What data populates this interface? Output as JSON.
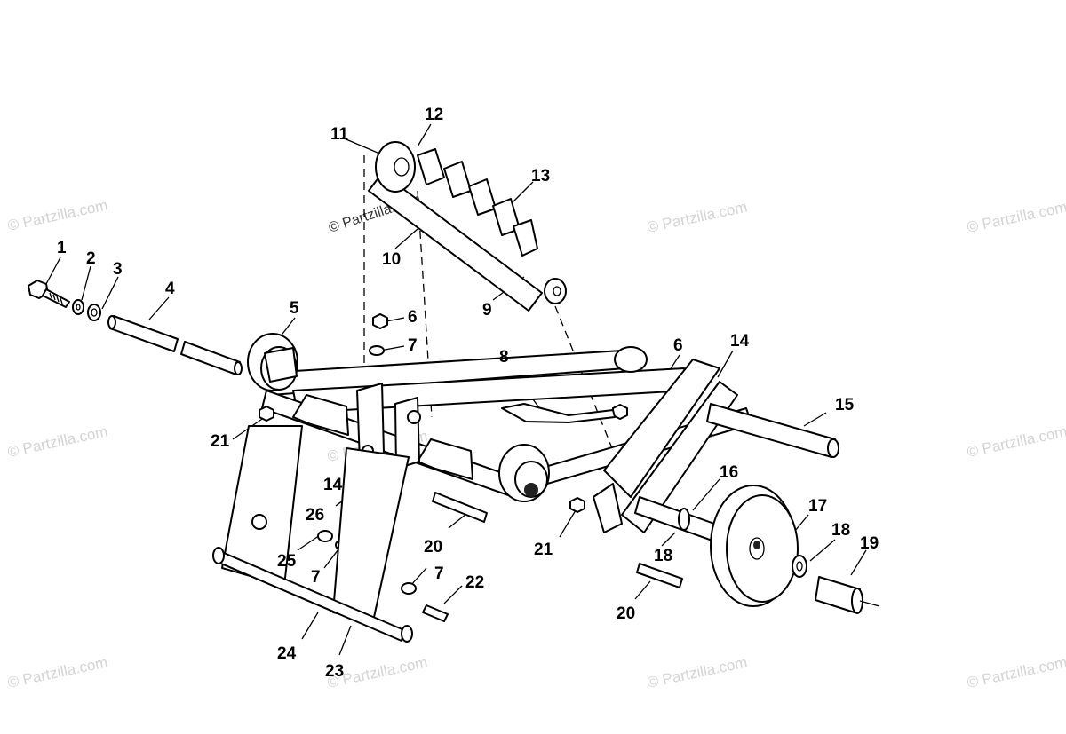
{
  "watermarks": {
    "text": "© Partzilla.com",
    "center_text": "© Partzilla.com"
  },
  "callouts": [
    {
      "id": "c1",
      "label": "1"
    },
    {
      "id": "c2",
      "label": "2"
    },
    {
      "id": "c3",
      "label": "3"
    },
    {
      "id": "c4",
      "label": "4"
    },
    {
      "id": "c5",
      "label": "5"
    },
    {
      "id": "c6a",
      "label": "6"
    },
    {
      "id": "c6b",
      "label": "6"
    },
    {
      "id": "c7a",
      "label": "7"
    },
    {
      "id": "c7b",
      "label": "7"
    },
    {
      "id": "c7c",
      "label": "7"
    },
    {
      "id": "c8",
      "label": "8"
    },
    {
      "id": "c9",
      "label": "9"
    },
    {
      "id": "c10",
      "label": "10"
    },
    {
      "id": "c11",
      "label": "11"
    },
    {
      "id": "c12",
      "label": "12"
    },
    {
      "id": "c13",
      "label": "13"
    },
    {
      "id": "c14a",
      "label": "14"
    },
    {
      "id": "c14b",
      "label": "14"
    },
    {
      "id": "c15",
      "label": "15"
    },
    {
      "id": "c16",
      "label": "16"
    },
    {
      "id": "c17",
      "label": "17"
    },
    {
      "id": "c18a",
      "label": "18"
    },
    {
      "id": "c18b",
      "label": "18"
    },
    {
      "id": "c19",
      "label": "19"
    },
    {
      "id": "c20a",
      "label": "20"
    },
    {
      "id": "c20b",
      "label": "20"
    },
    {
      "id": "c21a",
      "label": "21"
    },
    {
      "id": "c21b",
      "label": "21"
    },
    {
      "id": "c22",
      "label": "22"
    },
    {
      "id": "c23",
      "label": "23"
    },
    {
      "id": "c24",
      "label": "24"
    },
    {
      "id": "c25",
      "label": "25"
    },
    {
      "id": "c26",
      "label": "26"
    }
  ]
}
